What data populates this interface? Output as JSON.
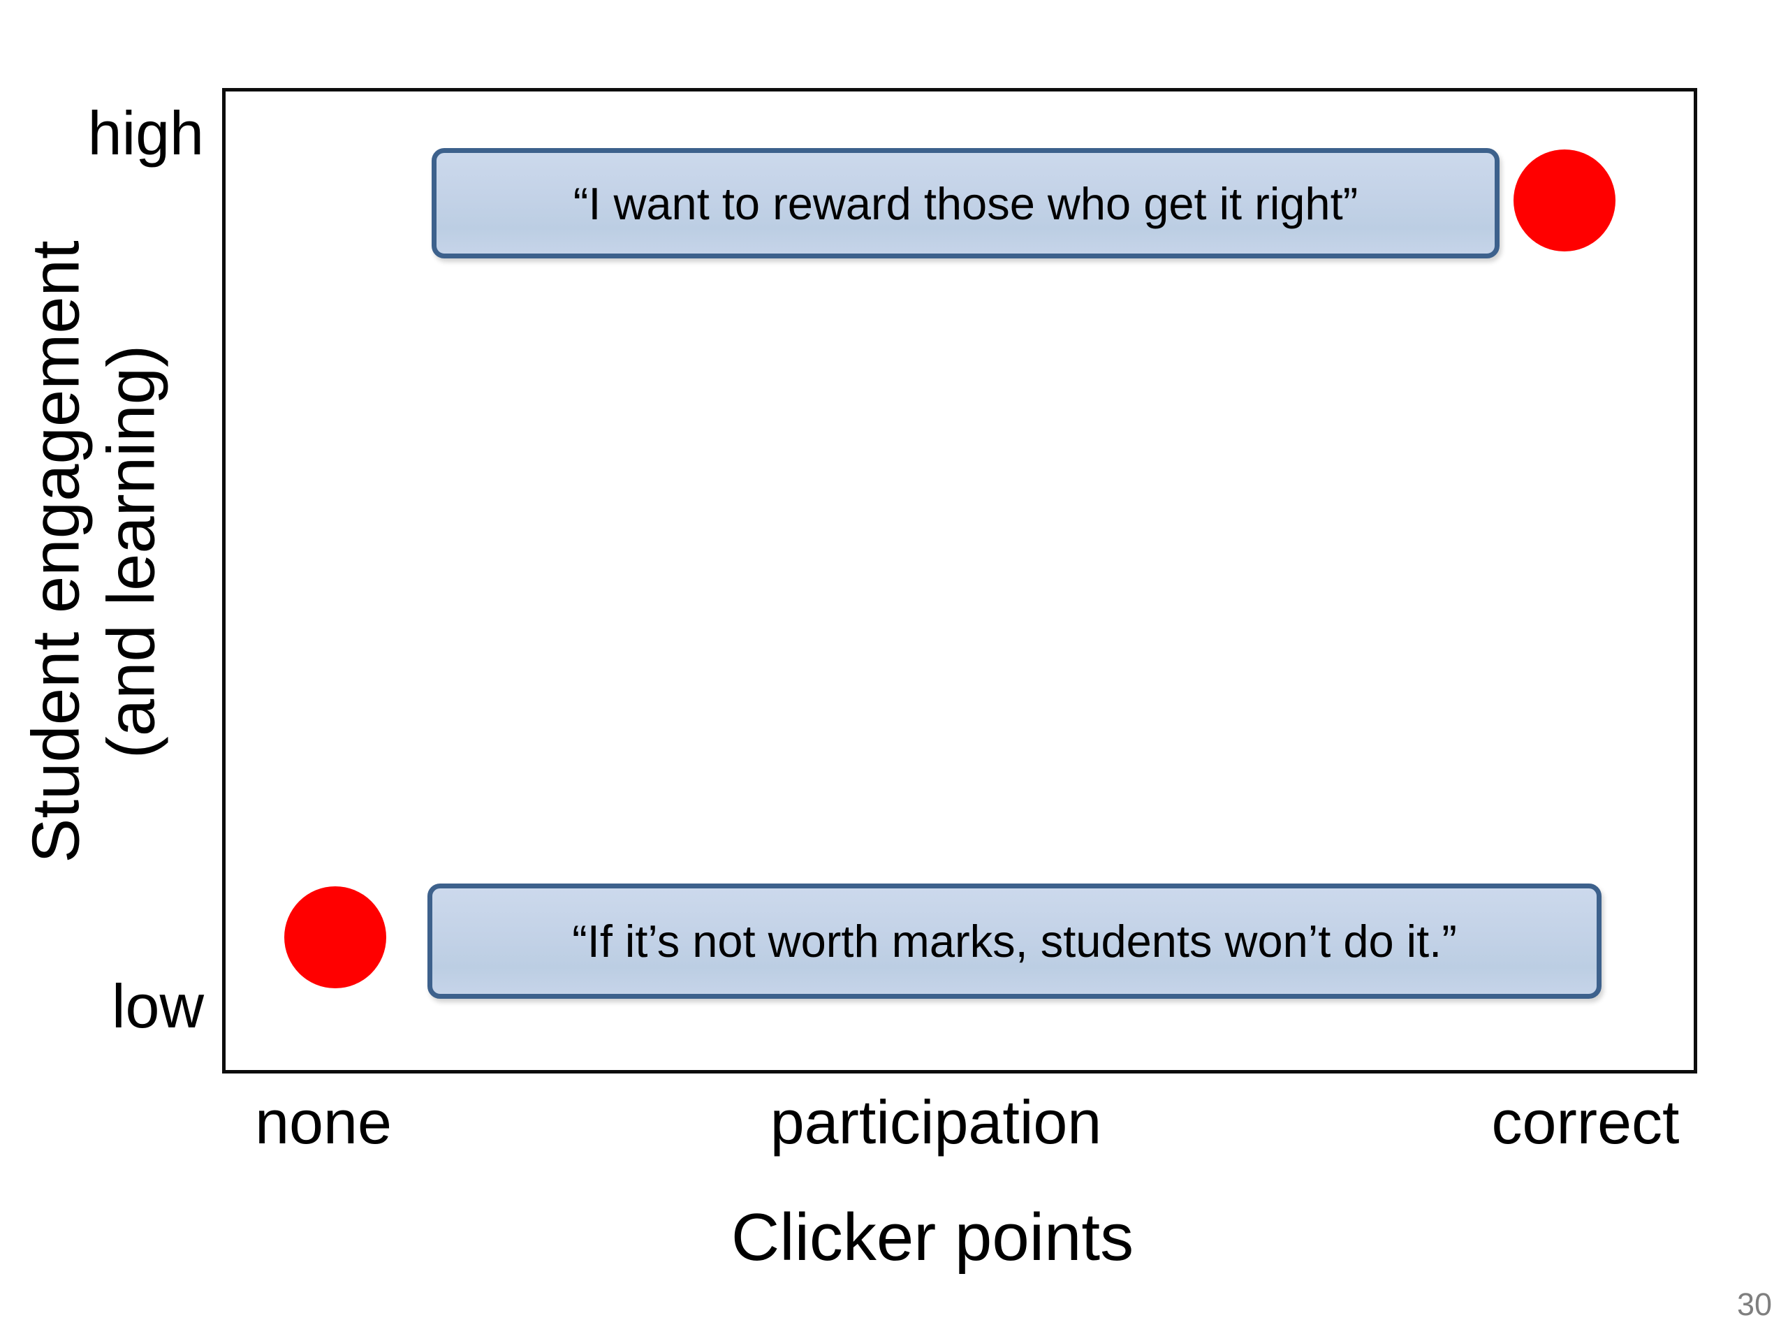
{
  "page": {
    "number": "30",
    "background": "#ffffff"
  },
  "chart_data": {
    "type": "scatter",
    "title": "",
    "xlabel": "Clicker points",
    "ylabel": "Student engagement (and learning)",
    "ylabel_lines": [
      "Student engagement",
      "(and learning)"
    ],
    "x_ticks": [
      "none",
      "participation",
      "correct"
    ],
    "y_ticks": [
      "high",
      "low"
    ],
    "x_axis_type": "categorical",
    "y_axis_type": "categorical",
    "grid": false,
    "legend": "none",
    "points": [
      {
        "x": "correct",
        "y": "high",
        "marker": "circle",
        "color": "#ff0000",
        "annotation": "“I want to reward those who get it right”"
      },
      {
        "x": "none",
        "y": "low",
        "marker": "circle",
        "color": "#ff0000",
        "annotation": "“If it’s not worth marks, students won’t do it.”"
      }
    ]
  },
  "callouts": [
    {
      "text": "“I want to reward those who get it right”"
    },
    {
      "text": "“If it’s not worth marks, students won’t do it.”"
    }
  ],
  "colors": {
    "point": "#ff0000",
    "callout_fill": "#c3d2e7",
    "callout_border": "#3d618c",
    "axis_line": "#0d0d0d",
    "text": "#000000",
    "page_number": "#7f7f7f"
  }
}
